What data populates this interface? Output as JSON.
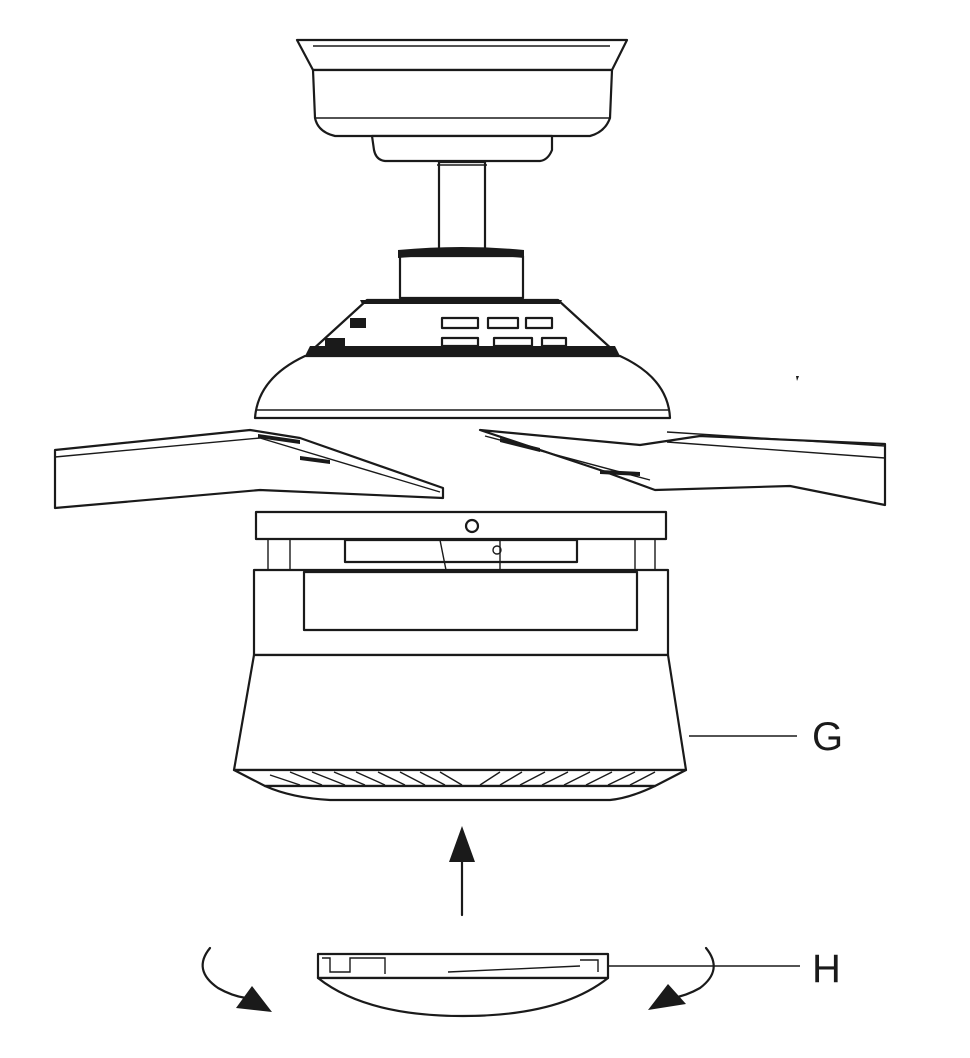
{
  "figure": {
    "callouts": [
      {
        "id": "G",
        "label": "G",
        "part": "light-kit-housing"
      },
      {
        "id": "H",
        "label": "H",
        "part": "light-cover"
      }
    ],
    "arrows": {
      "insert_direction": "up",
      "rotation_direction": "twist"
    },
    "colors": {
      "line": "#1a1a1a",
      "background": "#ffffff"
    }
  }
}
